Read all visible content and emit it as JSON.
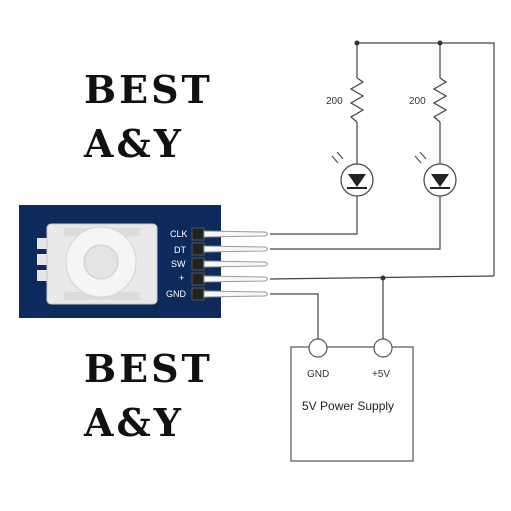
{
  "watermark": {
    "line1": "BEST",
    "line2": "A&Y"
  },
  "module": {
    "pins": [
      "CLK",
      "DT",
      "SW",
      "+",
      "GND"
    ]
  },
  "resistors": [
    {
      "value": "200"
    },
    {
      "value": "200"
    }
  ],
  "power_supply": {
    "title": "5V Power Supply",
    "terminal_gnd": "GND",
    "terminal_5v": "+5V"
  },
  "colors": {
    "module_board": "#0d2a5c",
    "wire": "#444444",
    "watermark_fill": "#111111"
  }
}
